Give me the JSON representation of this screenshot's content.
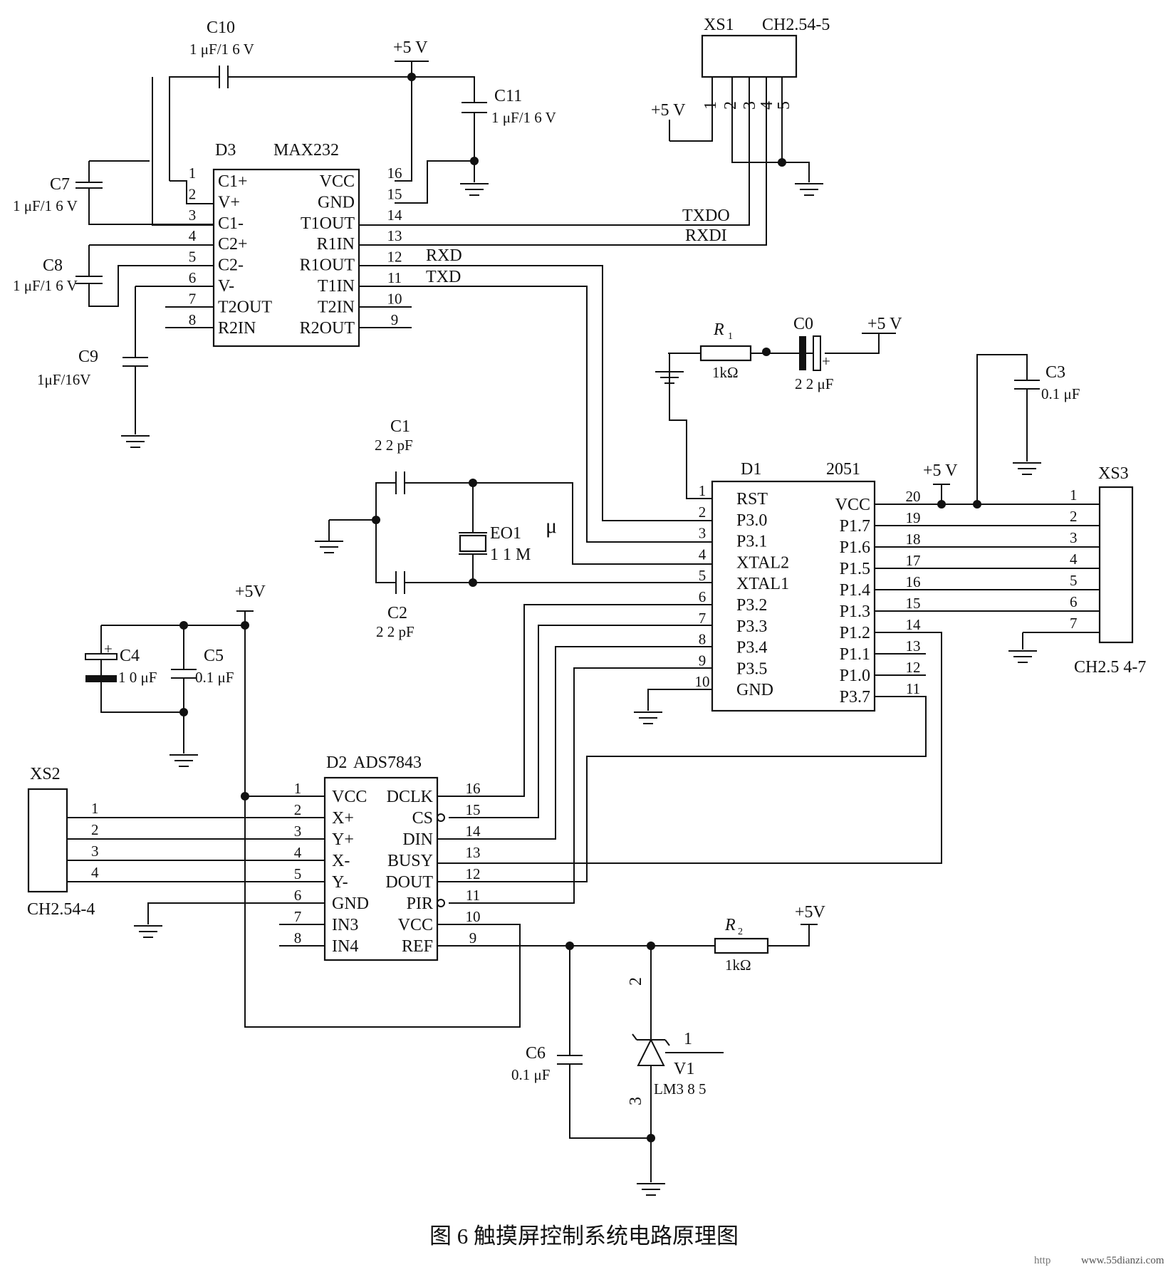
{
  "caption": "图 6 触摸屏控制系统电路原理图",
  "watermark": "www.55dianzi.com",
  "watermark_prefix": "http",
  "power_label": "+5 V",
  "power_label_alt": "+5V",
  "d3": {
    "ref": "D3",
    "part": "MAX232",
    "left_pins": [
      {
        "num": "1",
        "name": "C1+"
      },
      {
        "num": "2",
        "name": "V+"
      },
      {
        "num": "3",
        "name": "C1-"
      },
      {
        "num": "4",
        "name": "C2+"
      },
      {
        "num": "5",
        "name": "C2-"
      },
      {
        "num": "6",
        "name": "V-"
      },
      {
        "num": "7",
        "name": "T2OUT"
      },
      {
        "num": "8",
        "name": "R2IN"
      }
    ],
    "right_pins": [
      {
        "num": "16",
        "name": "VCC"
      },
      {
        "num": "15",
        "name": "GND"
      },
      {
        "num": "14",
        "name": "T1OUT"
      },
      {
        "num": "13",
        "name": "R1IN"
      },
      {
        "num": "12",
        "name": "R1OUT"
      },
      {
        "num": "11",
        "name": "T1IN"
      },
      {
        "num": "10",
        "name": "T2IN"
      },
      {
        "num": "9",
        "name": "R2OUT"
      }
    ]
  },
  "d1": {
    "ref": "D1",
    "part": "2051",
    "left_pins": [
      {
        "num": "1",
        "name": "RST"
      },
      {
        "num": "2",
        "name": "P3.0"
      },
      {
        "num": "3",
        "name": "P3.1"
      },
      {
        "num": "4",
        "name": "XTAL2"
      },
      {
        "num": "5",
        "name": "XTAL1"
      },
      {
        "num": "6",
        "name": "P3.2"
      },
      {
        "num": "7",
        "name": "P3.3"
      },
      {
        "num": "8",
        "name": "P3.4"
      },
      {
        "num": "9",
        "name": "P3.5"
      },
      {
        "num": "10",
        "name": "GND"
      }
    ],
    "right_pins": [
      {
        "num": "20",
        "name": "VCC"
      },
      {
        "num": "19",
        "name": "P1.7"
      },
      {
        "num": "18",
        "name": "P1.6"
      },
      {
        "num": "17",
        "name": "P1.5"
      },
      {
        "num": "16",
        "name": "P1.4"
      },
      {
        "num": "15",
        "name": "P1.3"
      },
      {
        "num": "14",
        "name": "P1.2"
      },
      {
        "num": "13",
        "name": "P1.1"
      },
      {
        "num": "12",
        "name": "P1.0"
      },
      {
        "num": "11",
        "name": "P3.7"
      }
    ]
  },
  "d2": {
    "ref": "D2",
    "part": "ADS7843",
    "left_pins": [
      {
        "num": "1",
        "name": "VCC"
      },
      {
        "num": "2",
        "name": "X+"
      },
      {
        "num": "3",
        "name": "Y+"
      },
      {
        "num": "4",
        "name": "X-"
      },
      {
        "num": "5",
        "name": "Y-"
      },
      {
        "num": "6",
        "name": "GND"
      },
      {
        "num": "7",
        "name": "IN3"
      },
      {
        "num": "8",
        "name": "IN4"
      }
    ],
    "right_pins": [
      {
        "num": "16",
        "name": "DCLK"
      },
      {
        "num": "15",
        "name": "CS"
      },
      {
        "num": "14",
        "name": "DIN"
      },
      {
        "num": "13",
        "name": "BUSY"
      },
      {
        "num": "12",
        "name": "DOUT"
      },
      {
        "num": "11",
        "name": "PIR"
      },
      {
        "num": "10",
        "name": "VCC"
      },
      {
        "num": "9",
        "name": "REF"
      }
    ]
  },
  "xs1": {
    "ref": "XS1",
    "part": "CH2.54-5",
    "pins": [
      "1",
      "2",
      "3",
      "4",
      "5"
    ]
  },
  "xs2": {
    "ref": "XS2",
    "part": "CH2.54-4",
    "pins": [
      "1",
      "2",
      "3",
      "4"
    ]
  },
  "xs3": {
    "ref": "XS3",
    "part": "CH2.5 4-7",
    "pins": [
      "1",
      "2",
      "3",
      "4",
      "5",
      "6",
      "7"
    ]
  },
  "nets": {
    "txdo": "TXDO",
    "rxdi": "RXDI",
    "rxd": "RXD",
    "txd": "TXD"
  },
  "caps": {
    "c10": {
      "ref": "C10",
      "value": "1 μF/1 6 V"
    },
    "c11": {
      "ref": "C11",
      "value": "1 μF/1 6 V"
    },
    "c7": {
      "ref": "C7",
      "value": "1 μF/1 6 V"
    },
    "c8": {
      "ref": "C8",
      "value": "1 μF/1 6 V"
    },
    "c9": {
      "ref": "C9",
      "value": "1μF/16V"
    },
    "c0": {
      "ref": "C0",
      "value": "2 2 μF"
    },
    "c3": {
      "ref": "C3",
      "value": "0.1 μF"
    },
    "c1": {
      "ref": "C1",
      "value": "2 2 pF"
    },
    "c2": {
      "ref": "C2",
      "value": "2 2 pF"
    },
    "c4": {
      "ref": "C4",
      "value": "1 0 μF"
    },
    "c5": {
      "ref": "C5",
      "value": "0.1 μF"
    },
    "c6": {
      "ref": "C6",
      "value": "0.1 μF"
    }
  },
  "r1": {
    "ref": "R",
    "sub": "1",
    "value": "1kΩ"
  },
  "r2": {
    "ref": "R",
    "sub": "2",
    "value": "1kΩ"
  },
  "crystal": {
    "ref": "EO1",
    "value": "1 1 M"
  },
  "stray_mark": "μ",
  "v1": {
    "ref": "V1",
    "part": "LM3 8 5",
    "pin_top": "2",
    "pin_side": "1",
    "pin_bottom": "3"
  },
  "plus_sign": "+"
}
